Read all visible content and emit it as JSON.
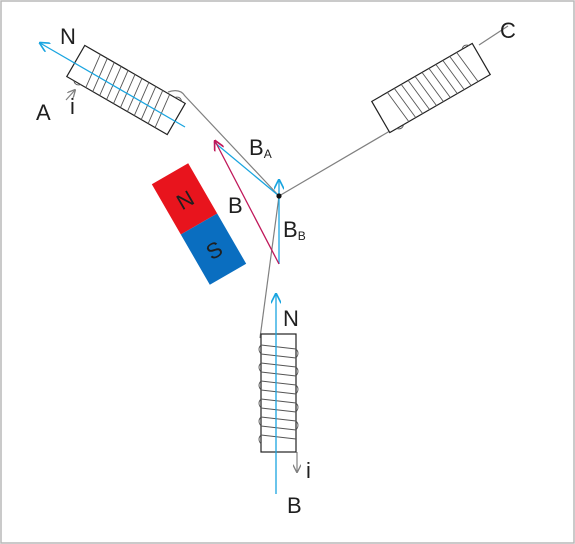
{
  "labels": {
    "coil_a_pole": "N",
    "coil_a_terminal": "A",
    "coil_a_current": "i",
    "coil_c_terminal": "C",
    "coil_b_pole": "N",
    "coil_b_terminal": "B",
    "coil_b_current": "i",
    "vector_b": "B",
    "vector_ba_main": "B",
    "vector_ba_sub": "A",
    "vector_bb_main": "B",
    "vector_bb_sub": "B",
    "magnet_north": "N",
    "magnet_south": "S"
  },
  "colors": {
    "magnet_north": "#e8141d",
    "magnet_south": "#0a6ec0",
    "field_axis": "#1aa5e0",
    "resultant_vector": "#c0185a",
    "wire": "#808080",
    "frame": "#b8b8b8"
  },
  "icons": {
    "coil": "solenoid-coil-icon",
    "magnet": "bar-magnet-icon",
    "neutral_point": "junction-dot-icon"
  }
}
